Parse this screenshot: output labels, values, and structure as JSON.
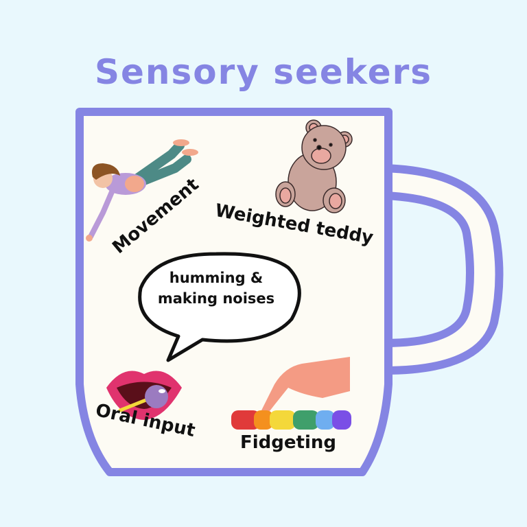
{
  "title": "Sensory seekers",
  "colors": {
    "background": "#e9f8fd",
    "mug_outline": "#8585e3",
    "mug_fill": "#fdfbf4",
    "title": "#8585e3",
    "text": "#111111"
  },
  "items": [
    {
      "label": "Movement",
      "icon": "falling-person-icon"
    },
    {
      "label": "Weighted teddy",
      "icon": "teddy-bear-icon"
    },
    {
      "label": "Oral input",
      "icon": "lips-lollipop-icon"
    },
    {
      "label": "Fidgeting",
      "icon": "finger-pop-toy-icon"
    }
  ],
  "bubble": {
    "line1": "humming &",
    "line2": "making noises"
  }
}
